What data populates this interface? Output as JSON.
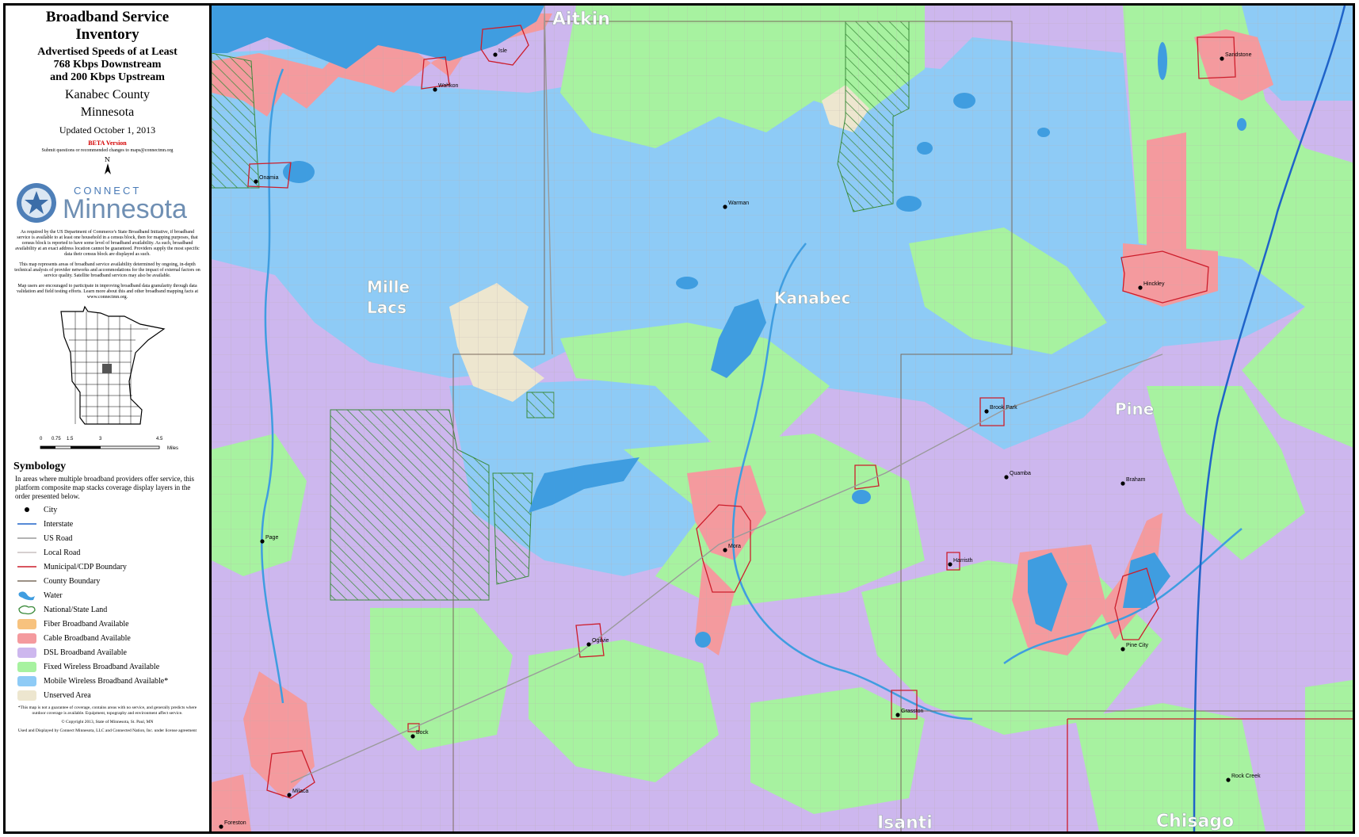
{
  "title": {
    "line1": "Broadband Service",
    "line2": "Inventory"
  },
  "subtitle": {
    "line1": "Advertised Speeds of at Least",
    "line2": "768 Kbps Downstream",
    "line3": "and 200 Kbps Upstream"
  },
  "county": "Kanabec County",
  "state": "Minnesota",
  "updated": "Updated October 1, 2013",
  "beta": "BETA Version",
  "contact": "Submit questions or recommended changes to maps@connectmn.org",
  "north": "N",
  "logo": {
    "connect": "CONNECT",
    "minnesota": "Minnesota"
  },
  "scalebar": {
    "ticks": [
      "0",
      "0.75",
      "1.5",
      "3",
      "4.5"
    ],
    "unit": "Miles"
  },
  "symbology": {
    "heading": "Symbology",
    "note": "In areas where multiple broadband providers offer service, this platform composite map stacks coverage display layers in the order presented below.",
    "items": [
      {
        "label": "City",
        "kind": "point",
        "color": "#000000"
      },
      {
        "label": "Interstate",
        "kind": "line",
        "color": "#1f63c9"
      },
      {
        "label": "US Road",
        "kind": "line",
        "color": "#9a9a9a"
      },
      {
        "label": "Local Road",
        "kind": "line",
        "color": "#c9c0c0"
      },
      {
        "label": "Municipal/CDP Boundary",
        "kind": "line",
        "color": "#cc1d2b"
      },
      {
        "label": "County Boundary",
        "kind": "line",
        "color": "#7a6b5d"
      },
      {
        "label": "Water",
        "kind": "water",
        "color": "#3f9de0"
      },
      {
        "label": "National/State Land",
        "kind": "hatch",
        "color": "#3a8a3a"
      },
      {
        "label": "Fiber Broadband Available",
        "kind": "fill",
        "color": "#f7c27e"
      },
      {
        "label": "Cable Broadband Available",
        "kind": "fill",
        "color": "#f49a9e"
      },
      {
        "label": "DSL Broadband Available",
        "kind": "fill",
        "color": "#cdb7ee"
      },
      {
        "label": "Fixed Wireless Broadband Available",
        "kind": "fill",
        "color": "#a7f2a0"
      },
      {
        "label": "Mobile Wireless Broadband Available*",
        "kind": "fill",
        "color": "#8ecbf6"
      },
      {
        "label": "Unserved Area",
        "kind": "fill",
        "color": "#ede6cf"
      }
    ]
  },
  "map": {
    "regions": [
      {
        "name": "Aitkin"
      },
      {
        "name": "Mille"
      },
      {
        "name": "Lacs"
      },
      {
        "name": "Kanabec"
      },
      {
        "name": "Pine"
      },
      {
        "name": "Isanti"
      },
      {
        "name": "Chisago"
      }
    ],
    "cities": [
      {
        "name": "Isle"
      },
      {
        "name": "Wahkon"
      },
      {
        "name": "Onamia"
      },
      {
        "name": "Warman"
      },
      {
        "name": "Sandstone"
      },
      {
        "name": "Hinckley"
      },
      {
        "name": "Brook Park"
      },
      {
        "name": "Quamba"
      },
      {
        "name": "Braham"
      },
      {
        "name": "Mora"
      },
      {
        "name": "Page"
      },
      {
        "name": "Harristh"
      },
      {
        "name": "Ogilvie"
      },
      {
        "name": "Pine City"
      },
      {
        "name": "Grasston"
      },
      {
        "name": "Bock"
      },
      {
        "name": "Rock Creek"
      },
      {
        "name": "Milaca"
      },
      {
        "name": "Foreston"
      }
    ]
  }
}
